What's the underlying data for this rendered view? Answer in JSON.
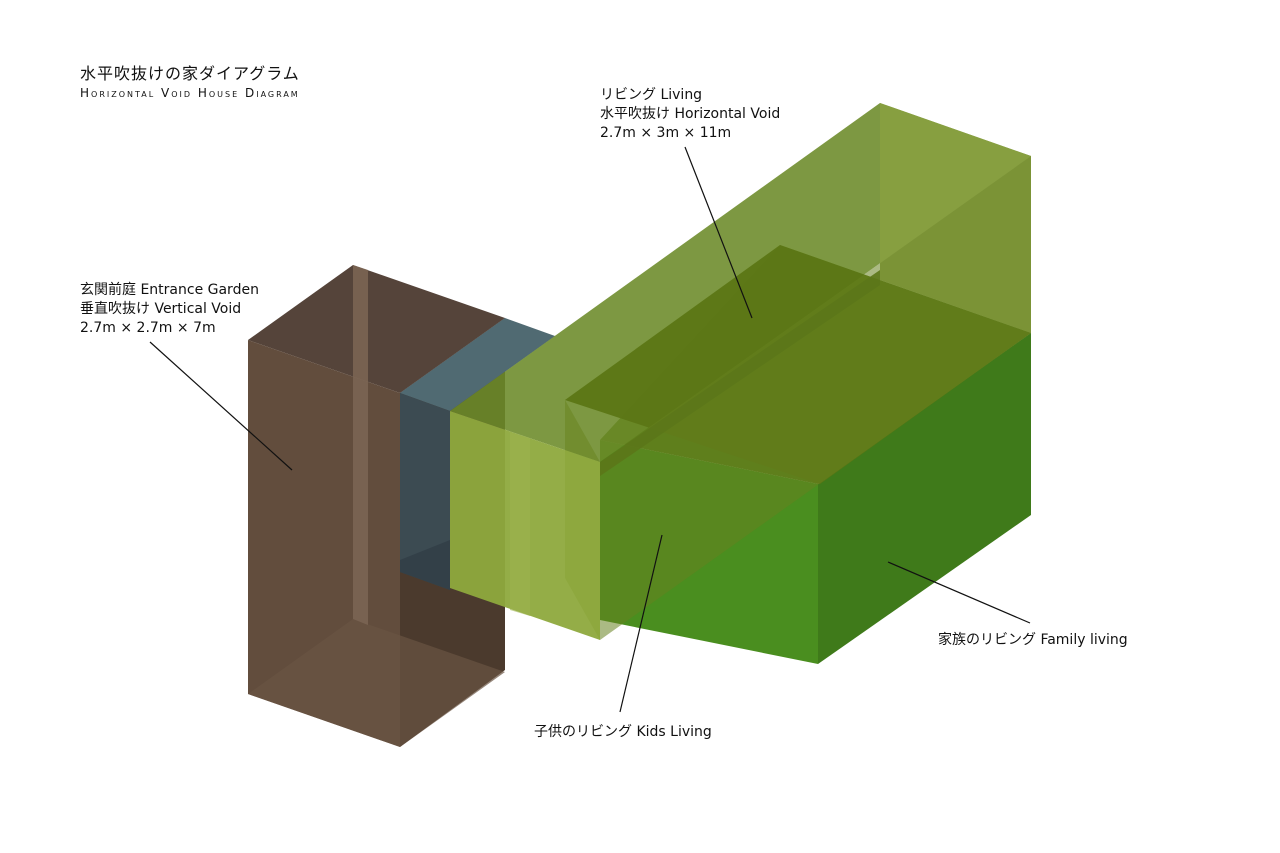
{
  "header": {
    "title_jp": "水平吹抜けの家ダイアグラム",
    "title_en": "Horizontal Void House Diagram"
  },
  "labels": {
    "living": {
      "line1": "リビング Living",
      "line2": "水平吹抜け Horizontal Void",
      "line3": "2.7m × 3m × 11m"
    },
    "entrance": {
      "line1": "玄関前庭 Entrance Garden",
      "line2": "垂直吹抜け Vertical Void",
      "line3": "2.7m × 2.7m × 7m"
    },
    "kids": {
      "line1": "子供のリビング Kids Living"
    },
    "family": {
      "line1": "家族のリビング Family living"
    }
  },
  "colors": {
    "entrance_volume": "#5e4a3b",
    "vertical_void_blue": "#3f5560",
    "horizontal_void_green": "#6f8f2a",
    "kids_living_green": "#8aa63a",
    "family_living_green": "#45871d",
    "leader_line": "#111111"
  }
}
